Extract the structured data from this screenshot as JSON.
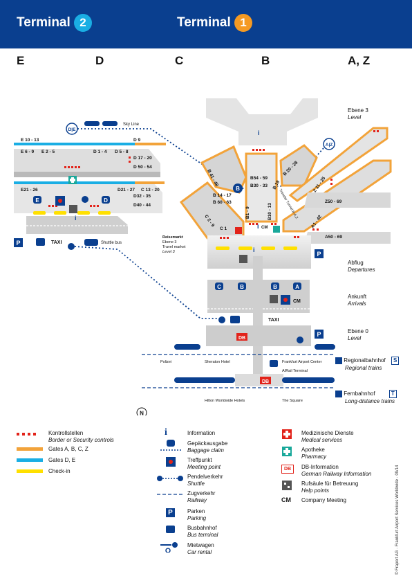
{
  "header": {
    "terminal2_label": "Terminal",
    "terminal2_number": "2",
    "terminal1_label": "Terminal",
    "terminal1_number": "1",
    "bg_color": "#0a3f8f",
    "t2_color": "#1aaee4",
    "t1_color": "#f59a23"
  },
  "sections": [
    "E",
    "D",
    "C",
    "B",
    "A, Z"
  ],
  "levels": [
    {
      "label": "Ebene 3",
      "sub": "Level"
    },
    {
      "label": "Abflug",
      "sub": "Departures"
    },
    {
      "label": "Ankunft",
      "sub": "Arrivals"
    },
    {
      "label": "Ebene 0",
      "sub": "Level"
    }
  ],
  "trains": [
    {
      "label": "Regionalbahnhof",
      "sub": "Regional trains",
      "badge": "S"
    },
    {
      "label": "Fernbahnhof",
      "sub": "Long-distance trains",
      "badge": "T"
    }
  ],
  "map_labels": {
    "skyline": "Sky Line",
    "de_node": "D|E",
    "az_node": "A|Z",
    "b_node": "B",
    "e1013": "E 10 - 13",
    "e69": "E 6 - 9",
    "e25": "E 2 - 5",
    "d14": "D 1 - 4",
    "d58": "D 5 - 8",
    "d9": "D 9",
    "d1720": "D 17 - 20",
    "d5054": "D 50 - 54",
    "e2126": "E21 - 26",
    "d2127": "D21 - 27",
    "c1320": "C 13 - 20",
    "d3235": "D32 - 35",
    "d4044": "D40 - 44",
    "e_gate": "E",
    "d_gate": "D",
    "taxi": "TAXI",
    "shuttle_bus": "Shuttle bus",
    "b4148": "B 41 - 48",
    "b1417": "B 14 - 17",
    "b6063": "B 60 - 63",
    "b5459": "B54 - 59",
    "b3033": "B30 - 33",
    "b19": "B 19",
    "b2028": "B 20 - 28",
    "b19v": "B1 - 9",
    "b1013": "B10 - 13",
    "c29": "C 2 - 9",
    "c1": "C 1",
    "cm": "CM",
    "z1125": "Z 11 - 25",
    "transfer": "Transfer Tunnel B-A,Z",
    "z5069": "Z50 - 69",
    "a142": "A1 - 42",
    "a5069": "A50 - 69",
    "reisemarkt1": "Reisemarkt",
    "reisemarkt2": "Ebene 3",
    "reisemarkt3": "Travel market",
    "reisemarkt4": "Level 3",
    "arr_c": "C",
    "arr_b1": "B",
    "arr_b2": "B",
    "arr_a": "A",
    "arr_cm": "CM",
    "taxi2": "TAXI",
    "db": "DB",
    "db2": "DB",
    "polizei": "Polizei",
    "sheraton": "Sheraton Hotel",
    "fac": "Frankfurt Airport Center",
    "airail": "AIRail Terminal",
    "hilton": "Hilton Worldwide Hotels",
    "squaire": "The Squaire",
    "north": "N",
    "p": "P",
    "info": "i"
  },
  "legend_left": [
    {
      "label": "Kontrollstellen",
      "sub": "Border or Security controls",
      "icon": "red-dots"
    },
    {
      "label": "Gates A, B, C, Z",
      "sub": "",
      "icon": "orange-line"
    },
    {
      "label": "Gates D, E",
      "sub": "",
      "icon": "cyan-line"
    },
    {
      "label": "Check-in",
      "sub": "",
      "icon": "yellow-line"
    }
  ],
  "legend_mid": [
    {
      "label": "Information",
      "sub": "",
      "icon": "info-icon"
    },
    {
      "label": "Gepäckausgabe",
      "sub": "Baggage claim",
      "icon": "baggage-icon"
    },
    {
      "label": "Treffpunkt",
      "sub": "Meeting point",
      "icon": "meeting-point-icon"
    },
    {
      "label": "Pendelverkehr",
      "sub": "Shuttle",
      "icon": "shuttle-icon"
    },
    {
      "label": "Zugverkehr",
      "sub": "Railway",
      "icon": "railway-icon"
    },
    {
      "label": "Parken",
      "sub": "Parking",
      "icon": "parking-icon"
    },
    {
      "label": "Busbahnhof",
      "sub": "Bus terminal",
      "icon": "bus-icon"
    },
    {
      "label": "Mietwagen",
      "sub": "Car rental",
      "icon": "car-rental-icon"
    }
  ],
  "legend_right": [
    {
      "label": "Medizinische Dienste",
      "sub": "Medical services",
      "icon": "medical-icon"
    },
    {
      "label": "Apotheke",
      "sub": "Pharmacy",
      "icon": "pharmacy-icon"
    },
    {
      "label": "DB-Information",
      "sub": "German Railway Information",
      "icon": "db-icon",
      "badge": "DB"
    },
    {
      "label": "Rufsäule für Betreuung",
      "sub": "Help points",
      "icon": "help-point-icon"
    },
    {
      "label": "Company Meeting",
      "sub": "",
      "icon": "cm-icon",
      "badge": "CM"
    }
  ],
  "copyright": "© Fraport AG · Frankfurt Airport Services Worldwide · 09/14",
  "colors": {
    "orange": "#f2a33a",
    "cyan": "#1aaee4",
    "yellow": "#ffe000",
    "red": "#e2231a",
    "navy": "#0a3f8f",
    "pharmacy": "#19a89a"
  }
}
